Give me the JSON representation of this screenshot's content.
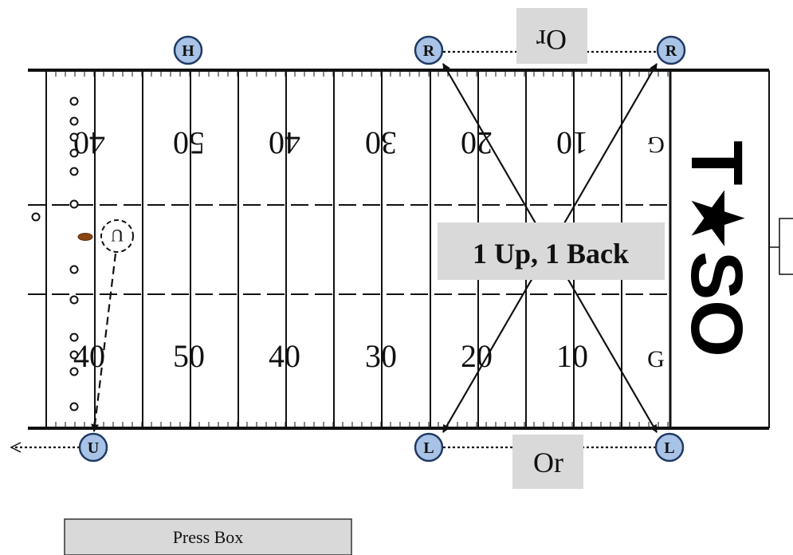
{
  "field": {
    "bottom_numbers": [
      "40",
      "50",
      "40",
      "30",
      "20",
      "10",
      "G"
    ],
    "top_numbers": [
      "40",
      "50",
      "40",
      "30",
      "20",
      "10",
      "G"
    ]
  },
  "logo": {
    "text": "T★SO"
  },
  "officials": {
    "H": "H",
    "R_left": "R",
    "R_right": "R",
    "U_bottom": "U",
    "L_left": "L",
    "L_right": "L",
    "U_field": "U"
  },
  "labels": {
    "or_top": "Or",
    "or_bottom": "Or",
    "callout": "1 Up, 1 Back",
    "press_box": "Press Box"
  },
  "colors": {
    "official_fill": "#a8c3e6",
    "official_stroke": "#1f3a64",
    "label_box": "#d9d9d9",
    "football": "#8b4513",
    "line": "#111111"
  }
}
